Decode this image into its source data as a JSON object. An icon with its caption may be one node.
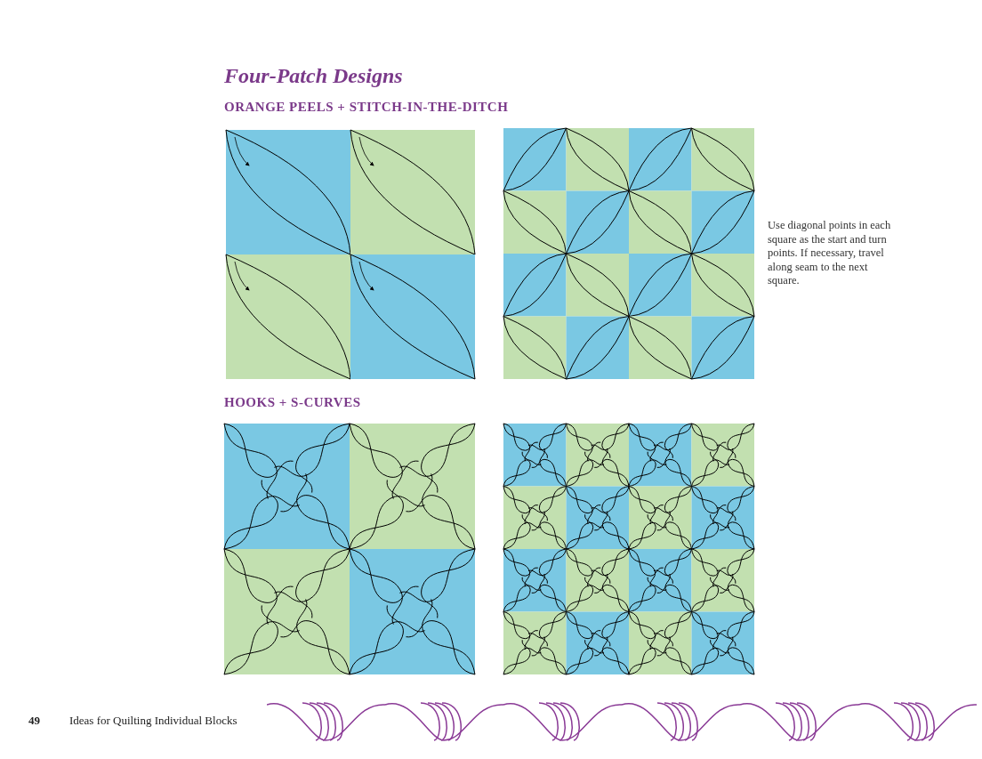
{
  "diagram": {
    "title": "Four-Patch Designs",
    "labels": [
      "ORANGE PEELS + STITCH-IN-THE-DITCH",
      "Use diagonal points in each square as the start and turn points. If necessary, travel along seam to the next square.",
      "HOOKS + S-CURVES",
      "49",
      "Ideas for Quilting Individual Blocks"
    ]
  }
}
